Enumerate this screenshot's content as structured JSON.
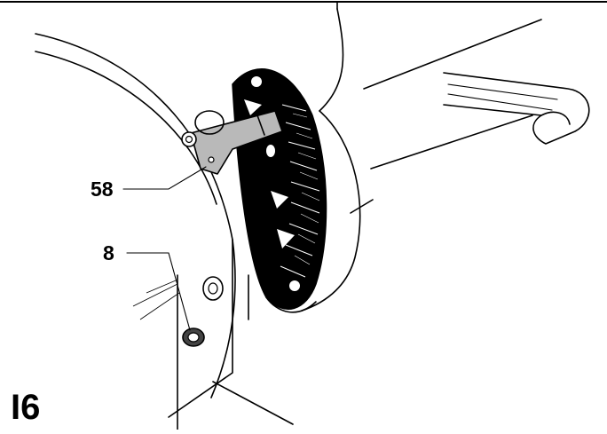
{
  "figure": {
    "id": "I6",
    "callouts": [
      {
        "id": "c58",
        "label": "58"
      },
      {
        "id": "c8",
        "label": "8"
      }
    ]
  }
}
